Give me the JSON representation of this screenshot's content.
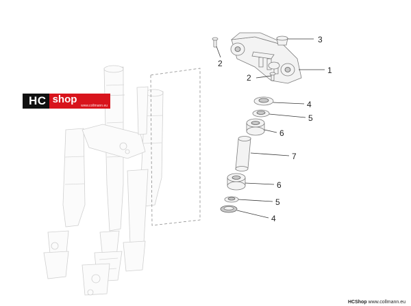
{
  "logo": {
    "hc": "HC",
    "shop": "shop",
    "url": "www.collmann.eu"
  },
  "footer": {
    "brand": "HCShop",
    "url": "www.collmann.eu"
  },
  "callouts": [
    {
      "id": "c3",
      "label": "3"
    },
    {
      "id": "c2a",
      "label": "2"
    },
    {
      "id": "c1",
      "label": "1"
    },
    {
      "id": "c2b",
      "label": "2"
    },
    {
      "id": "c4a",
      "label": "4"
    },
    {
      "id": "c5a",
      "label": "5"
    },
    {
      "id": "c6a",
      "label": "6"
    },
    {
      "id": "c7",
      "label": "7"
    },
    {
      "id": "c6b",
      "label": "6"
    },
    {
      "id": "c5b",
      "label": "5"
    },
    {
      "id": "c4b",
      "label": "4"
    }
  ]
}
